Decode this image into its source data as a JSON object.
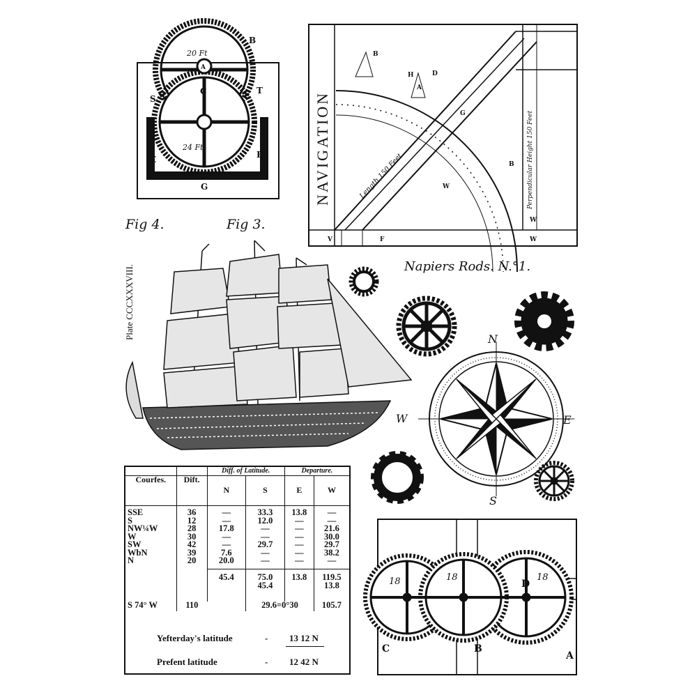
{
  "sheet": {
    "navigation_title": "NAVIGATION",
    "fig4": "Fig 4.",
    "fig3": "Fig 3.",
    "plate": "Plate CCCXXXVIII.",
    "napiers": "Napiers Rods. N.°1.",
    "quadrant_length": "Length 150 Feet",
    "quadrant_perp": "Perpendicular Height 150 Feet",
    "gear_labels": {
      "b": "B",
      "a": "A",
      "c": "C",
      "s": "S",
      "t": "T",
      "e": "E",
      "f": "F",
      "g": "G",
      "ft20": "20 Ft",
      "ft24": "24 Ft"
    },
    "quadrant_letters": {
      "v": "V",
      "f": "F",
      "w1": "W",
      "w2": "W",
      "w3": "W",
      "b1": "B",
      "b2": "B",
      "h": "H",
      "d": "D",
      "g": "G",
      "a": "A"
    },
    "compass": {
      "n": "N",
      "e": "E",
      "s": "S",
      "w": "W"
    },
    "bottom_wheels": {
      "l1": "18",
      "l2": "18",
      "l3": "18",
      "d": "D",
      "a": "A",
      "b": "B",
      "c": "C"
    }
  },
  "table": {
    "group_headers": {
      "diff_lat": "Diff. of Latitude.",
      "departure": "Departure."
    },
    "headers": [
      "Courfes.",
      "Dift.",
      "N",
      "S",
      "E",
      "W"
    ],
    "rows": [
      [
        "SSE",
        "36",
        "—",
        "33.3",
        "13.8",
        "—"
      ],
      [
        "S",
        "12",
        "—",
        "12.0",
        "—",
        "—"
      ],
      [
        "NW¼W",
        "28",
        "17.8",
        "—",
        "—",
        "21.6"
      ],
      [
        "W",
        "30",
        "—",
        "—",
        "—",
        "30.0"
      ],
      [
        "SW",
        "42",
        "—",
        "29.7",
        "—",
        "29.7"
      ],
      [
        "WbN",
        "39",
        "7.6",
        "—",
        "—",
        "38.2"
      ],
      [
        "N",
        "20",
        "20.0",
        "—",
        "—",
        "—"
      ]
    ],
    "totals": {
      "n": "45.4",
      "s1": "75.0",
      "s2": "45.4",
      "e": "13.8",
      "w1": "119.5",
      "w2": "13.8"
    },
    "final": {
      "course": "S 74° W",
      "dist": "110",
      "diff": "29.6=0°30",
      "dep": "105.7"
    },
    "yesterday_label": "Yefterday's latitude",
    "yesterday_value": "13 12 N",
    "present_label": "Prefent latitude",
    "present_value": "12 42 N",
    "dash": "-"
  }
}
